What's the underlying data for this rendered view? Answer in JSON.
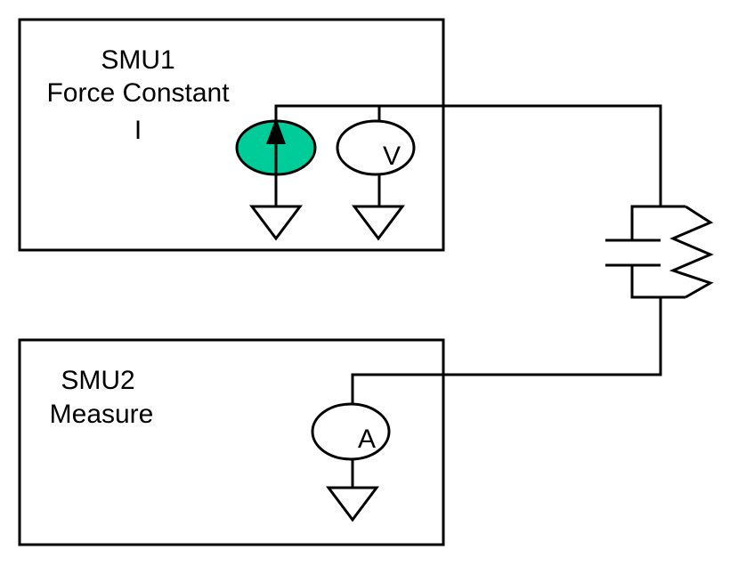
{
  "smu1": {
    "name": "SMU1",
    "mode_line1": "Force Constant",
    "mode_line2": "I"
  },
  "smu2": {
    "name": "SMU2",
    "mode": "Measure"
  },
  "meters": {
    "voltmeter_letter": "V",
    "ammeter_letter": "A"
  },
  "colors": {
    "current_source_fill": "#00CC99",
    "line": "#000000",
    "background": "#FFFFFF"
  },
  "icons": {
    "current_source": "current-source-icon",
    "voltmeter": "voltmeter-icon",
    "ammeter": "ammeter-icon",
    "ground": "ground-icon",
    "capacitor": "capacitor-icon",
    "resistor": "resistor-icon"
  }
}
